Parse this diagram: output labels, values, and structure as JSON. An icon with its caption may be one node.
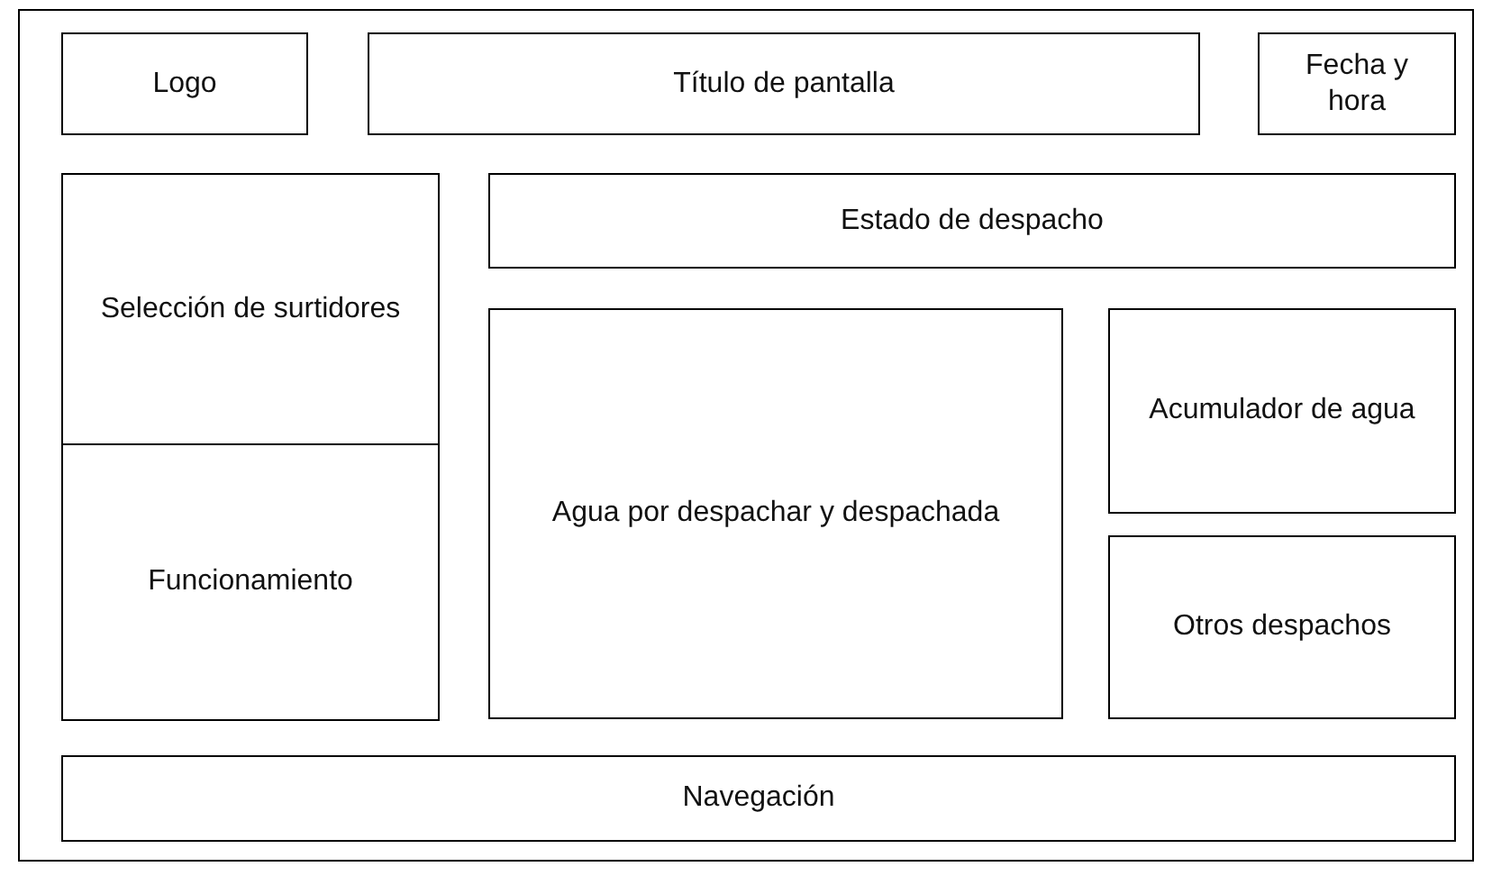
{
  "diagram": {
    "nodes": [
      {
        "text": [],
        "shape": "box"
      },
      {
        "text": [
          "Logo"
        ],
        "in": 0
      },
      {
        "text": [
          "Título de pantalla"
        ],
        "in": 0
      },
      {
        "text": [
          "Fecha y hora"
        ],
        "in": 0
      },
      {
        "text": [
          "Estado de despacho"
        ],
        "in": 0
      },
      {
        "text": [
          "Selección de surtidores"
        ],
        "in": 0
      },
      {
        "text": [
          "Acumulador de agua"
        ],
        "in": 0
      },
      {
        "text": [
          "Agua por despachar y despachada"
        ],
        "in": 0
      },
      {
        "text": [
          "Funcionamiento"
        ],
        "in": 0
      },
      {
        "text": [
          "Otros despachos"
        ],
        "in": 0
      },
      {
        "text": [
          "Navegación"
        ],
        "in": 0
      }
    ]
  }
}
